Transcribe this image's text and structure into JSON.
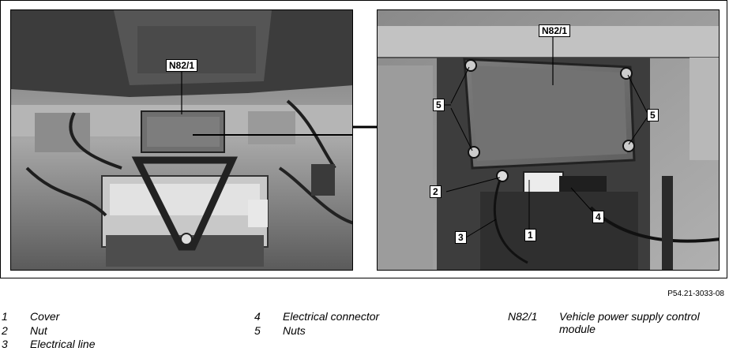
{
  "figure": {
    "left_photo": {
      "callouts": {
        "module": "N82/1"
      }
    },
    "right_photo": {
      "callouts": {
        "module": "N82/1",
        "nuts_left": "5",
        "nuts_right": "5",
        "nut": "2",
        "line": "3",
        "cover": "1",
        "connector": "4"
      }
    }
  },
  "reference_code": "P54.21-3033-08",
  "legend": {
    "col1": [
      {
        "num": "1",
        "text": "Cover"
      },
      {
        "num": "2",
        "text": "Nut"
      },
      {
        "num": "3",
        "text": "Electrical line"
      }
    ],
    "col2": [
      {
        "num": "4",
        "text": "Electrical connector"
      },
      {
        "num": "5",
        "text": "Nuts"
      }
    ],
    "col3": [
      {
        "num": "N82/1",
        "text": "Vehicle power supply control module"
      }
    ]
  }
}
